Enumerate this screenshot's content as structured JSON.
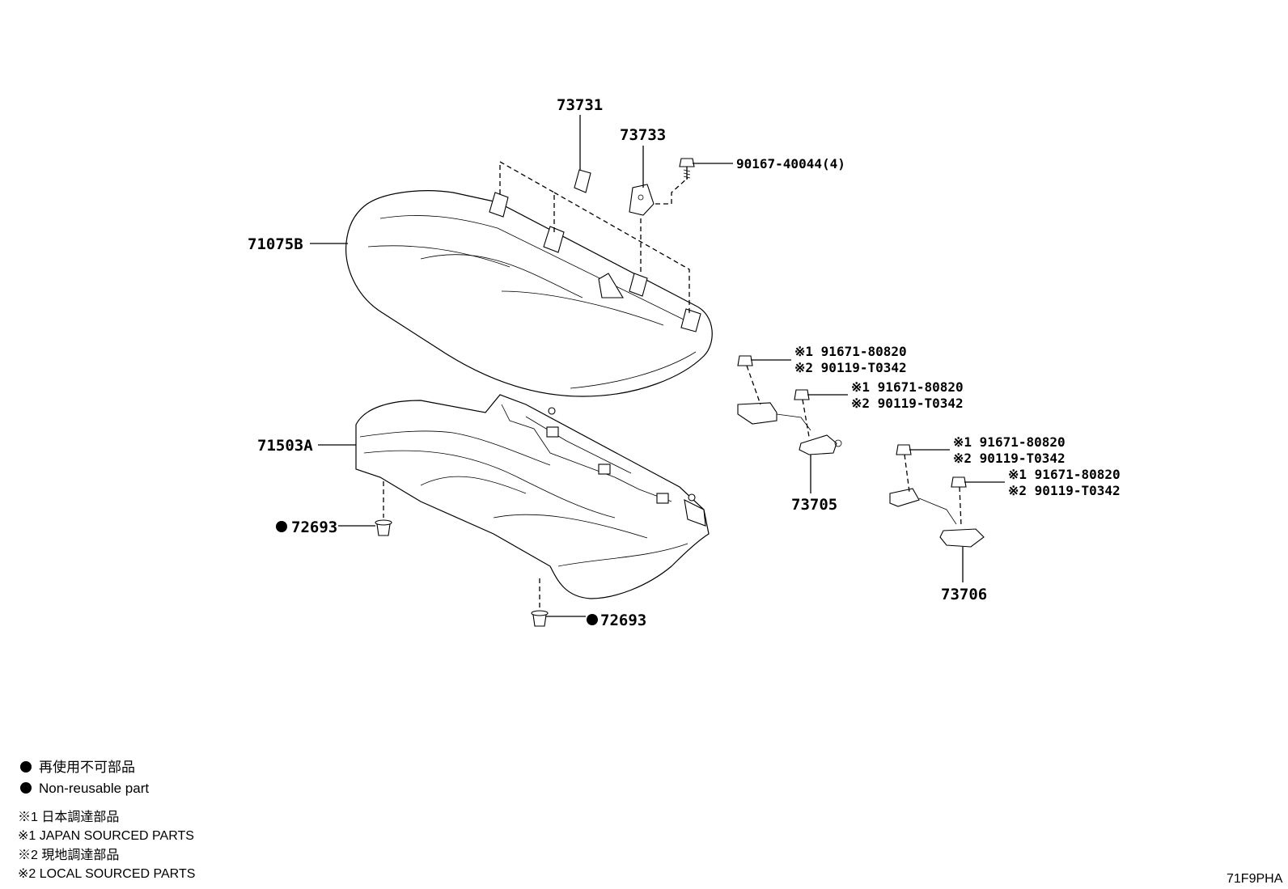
{
  "callouts": {
    "p73731": "73731",
    "p73733": "73733",
    "p90167": "90167-40044(4)",
    "p71075b": "71075B",
    "p71503a": "71503A",
    "p72693_left": "72693",
    "p72693_bottom": "72693",
    "p73705": "73705",
    "p73706": "73706",
    "bolt_a1": "※1 91671-80820",
    "bolt_a2": "※2 90119-T0342",
    "bolt_b1": "※1 91671-80820",
    "bolt_b2": "※2 90119-T0342",
    "bolt_c1": "※1 91671-80820",
    "bolt_c2": "※2 90119-T0342",
    "bolt_d1": "※1 91671-80820",
    "bolt_d2": "※2 90119-T0342"
  },
  "legend": {
    "nonreuse_jp": "再使用不可部品",
    "nonreuse_en": "Non-reusable part",
    "note1_jp": "※1 日本調達部品",
    "note1_en": "※1 JAPAN SOURCED PARTS",
    "note2_jp": "※2 現地調達部品",
    "note2_en": "※2 LOCAL SOURCED PARTS"
  },
  "diagram_code": "71F9PHA"
}
